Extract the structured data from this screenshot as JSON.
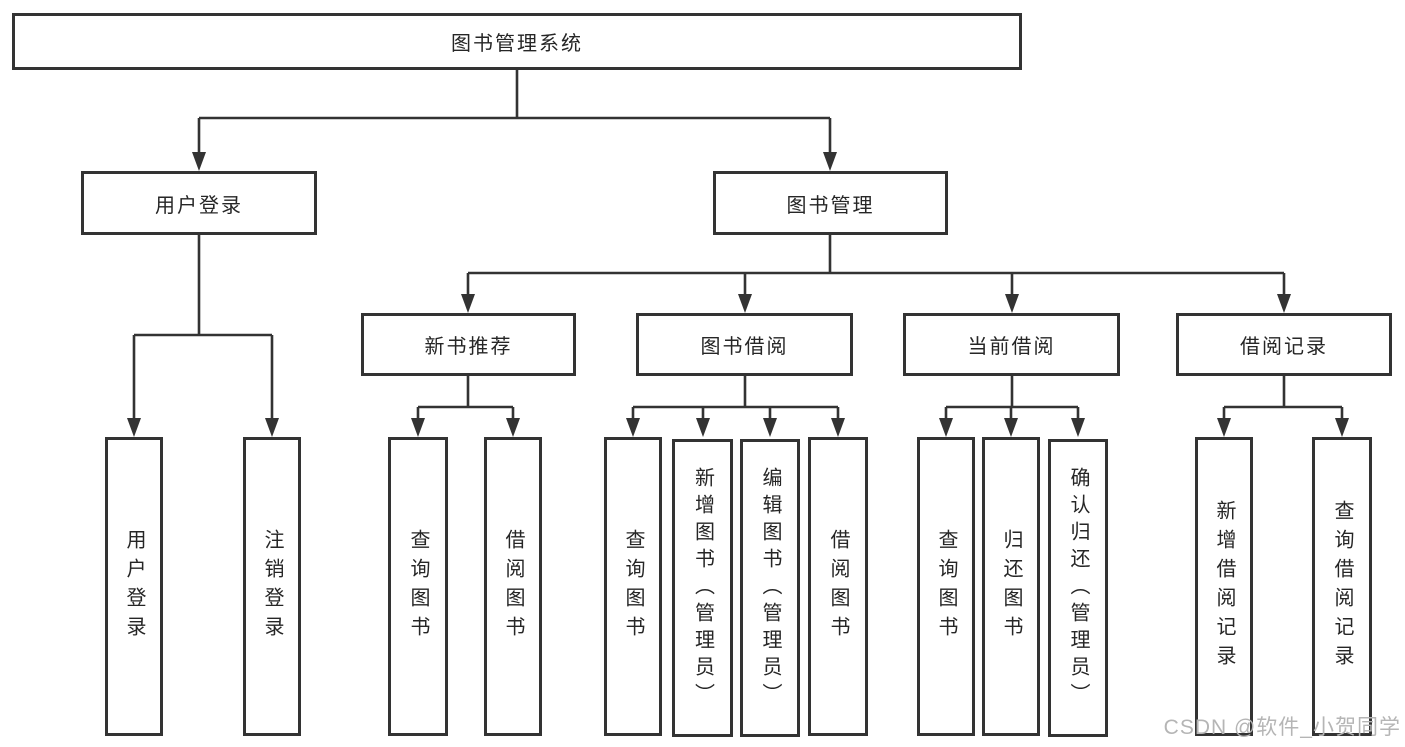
{
  "diagram": {
    "type": "tree",
    "nodes": {
      "root": {
        "label": "图书管理系统"
      },
      "level1": [
        {
          "id": "user-login",
          "label": "用户登录",
          "parent": "root"
        },
        {
          "id": "book-management",
          "label": "图书管理",
          "parent": "root"
        }
      ],
      "level2": [
        {
          "id": "new-book-recommend",
          "label": "新书推荐",
          "parent": "book-management"
        },
        {
          "id": "book-borrowing",
          "label": "图书借阅",
          "parent": "book-management"
        },
        {
          "id": "current-borrowing",
          "label": "当前借阅",
          "parent": "book-management"
        },
        {
          "id": "borrowing-records",
          "label": "借阅记录",
          "parent": "book-management"
        }
      ],
      "leaves": [
        {
          "id": "leaf-user-login",
          "label": "用户登录",
          "parent": "user-login"
        },
        {
          "id": "leaf-logout",
          "label": "注销登录",
          "parent": "user-login"
        },
        {
          "id": "leaf-query-books-recommend",
          "label": "查询图书",
          "parent": "new-book-recommend"
        },
        {
          "id": "leaf-borrow-books-recommend",
          "label": "借阅图书",
          "parent": "new-book-recommend"
        },
        {
          "id": "leaf-query-books-borrowing",
          "label": "查询图书",
          "parent": "book-borrowing"
        },
        {
          "id": "leaf-add-books-admin",
          "label": "新增图书（管理员）",
          "parent": "book-borrowing"
        },
        {
          "id": "leaf-edit-books-admin",
          "label": "编辑图书（管理员）",
          "parent": "book-borrowing"
        },
        {
          "id": "leaf-borrow-books-borrowing",
          "label": "借阅图书",
          "parent": "book-borrowing"
        },
        {
          "id": "leaf-query-books-current",
          "label": "查询图书",
          "parent": "current-borrowing"
        },
        {
          "id": "leaf-return-books",
          "label": "归还图书",
          "parent": "current-borrowing"
        },
        {
          "id": "leaf-confirm-return-admin",
          "label": "确认归还（管理员）",
          "parent": "current-borrowing"
        },
        {
          "id": "leaf-add-borrow-record",
          "label": "新增借阅记录",
          "parent": "borrowing-records"
        },
        {
          "id": "leaf-query-borrow-record",
          "label": "查询借阅记录",
          "parent": "borrowing-records"
        }
      ]
    },
    "colors": {
      "line": "#333333",
      "box_border": "#333333",
      "box_fill": "#ffffff",
      "text": "#262626",
      "watermark": "#b5b5b5",
      "background": "#ffffff"
    }
  },
  "watermark": {
    "text": "CSDN @软件_小贺同学"
  }
}
